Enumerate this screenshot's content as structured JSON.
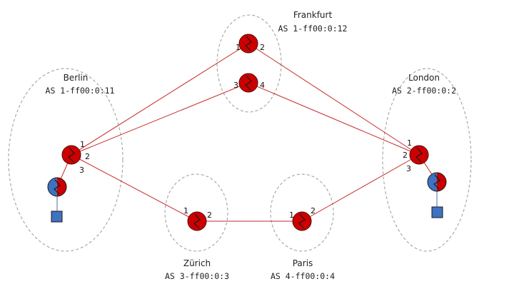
{
  "colors": {
    "router": "#cc0000",
    "host": "#3f72c0",
    "link": "#c62828",
    "zone_border": "#9a9a9a"
  },
  "ases": [
    {
      "id": "berlin",
      "city": "Berlin",
      "as_label": "AS 1-ff00:0:11"
    },
    {
      "id": "frankfurt",
      "city": "Frankfurt",
      "as_label": "AS 1-ff00:0:12"
    },
    {
      "id": "london",
      "city": "London",
      "as_label": "AS 2-ff00:0:2"
    },
    {
      "id": "zurich",
      "city": "Zürich",
      "as_label": "AS 3-ff00:0:3"
    },
    {
      "id": "paris",
      "city": "Paris",
      "as_label": "AS 4-ff00:0:4"
    }
  ],
  "routers": [
    {
      "id": "berlin-router",
      "icon": "router-icon"
    },
    {
      "id": "frankfurt-router-top",
      "icon": "router-icon"
    },
    {
      "id": "frankfurt-router-bottom",
      "icon": "router-icon"
    },
    {
      "id": "london-router",
      "icon": "router-icon"
    },
    {
      "id": "zurich-router",
      "icon": "router-icon"
    },
    {
      "id": "paris-router",
      "icon": "router-icon"
    }
  ],
  "hosts": [
    {
      "id": "berlin-endhost",
      "icon": "endhost-icon"
    },
    {
      "id": "london-endhost",
      "icon": "endhost-icon"
    }
  ],
  "interfaces": {
    "berlin": [
      "1",
      "2",
      "3"
    ],
    "frankfurt_top": [
      "1",
      "2"
    ],
    "frankfurt_bottom": [
      "3",
      "4"
    ],
    "london": [
      "1",
      "2",
      "3"
    ],
    "zurich": [
      "1",
      "2"
    ],
    "paris": [
      "1",
      "2"
    ]
  },
  "links": [
    {
      "from": "berlin:1",
      "to": "frankfurt:1"
    },
    {
      "from": "berlin:2",
      "to": "frankfurt:3"
    },
    {
      "from": "berlin:3",
      "to": "zurich:1"
    },
    {
      "from": "frankfurt:2",
      "to": "london:1"
    },
    {
      "from": "frankfurt:4",
      "to": "london:2"
    },
    {
      "from": "zurich:2",
      "to": "paris:1"
    },
    {
      "from": "paris:2",
      "to": "london:3"
    }
  ]
}
